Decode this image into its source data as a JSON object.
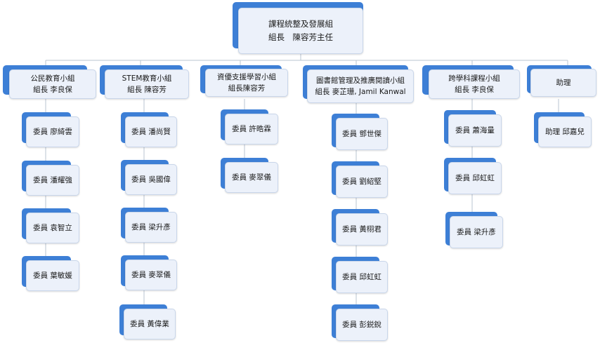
{
  "root": {
    "title": "課程統整及發展組",
    "leader": "組長　陳容芳主任"
  },
  "groups": [
    {
      "title": "公民教育小組",
      "leader": "組長  李良保",
      "members": [
        "委員  廖綺雲",
        "委員  潘耀強",
        "委員 袁智立",
        "委員  葉敏媛"
      ]
    },
    {
      "title": "STEM教育小組",
      "leader": "組長 陳容芳",
      "members": [
        "委員 潘尚賢",
        "委員 吳國偉",
        "委員 梁升彥",
        "委員 麥翠儀",
        "委員  黃偉業"
      ]
    },
    {
      "title": "資優支援學習小組",
      "leader": "組長陳容芳",
      "members": [
        "委員  許晧霖",
        "委員  麥翠儀"
      ]
    },
    {
      "title": "圖書館管理及推廣閱讀小組",
      "leader": "組長  麥芷珊, Jamil Kanwal",
      "members": [
        "委員 鄧世傑",
        "委員 劉紹堅",
        "委員 黃栩君",
        "委員  邱虹虹",
        "委員 彭鋭銳"
      ]
    },
    {
      "title": "跨學科課程小組",
      "leader": "組長  李良保",
      "members": [
        "委員  蕭海量",
        "委員  邱虹虹",
        "委員  梁升彥"
      ]
    },
    {
      "title": "助理",
      "leader": "",
      "members": [
        "助理  邱嘉兒"
      ]
    }
  ],
  "colors": {
    "accent": "#3d7fd6",
    "box_fill": "#ecf1fa",
    "connector": "#b9c4d2"
  }
}
